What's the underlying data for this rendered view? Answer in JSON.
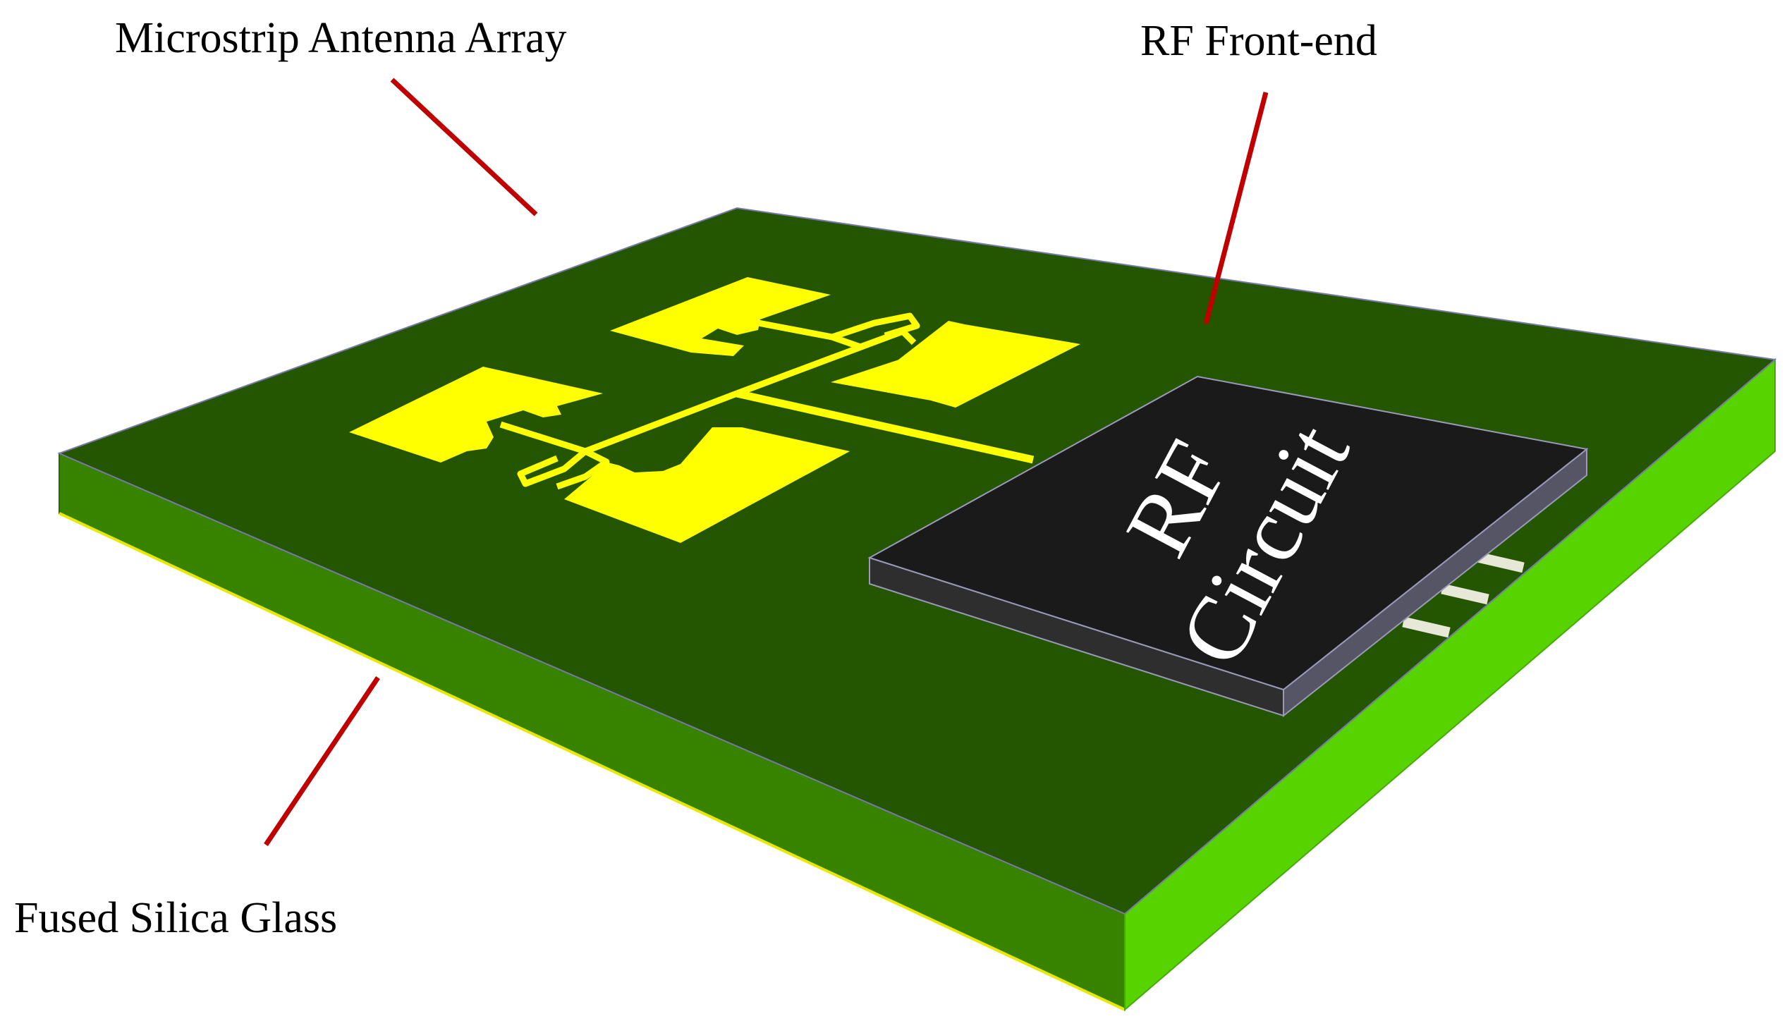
{
  "labels": {
    "antenna": "Microstrip Antenna Array",
    "front_end": "RF Front-end",
    "substrate": "Fused Silica Glass"
  },
  "chip": {
    "line1": "RF",
    "line2": "Circuit"
  },
  "colors": {
    "substrate_top": "#245500",
    "substrate_front": "#378300",
    "substrate_side": "#57D300",
    "antenna_metal": "#FFFF00",
    "chip_top": "#1a1a1a",
    "chip_edge": "#2e2e2e",
    "chip_text": "#ffffff",
    "leader_line": "#C00000",
    "label_text": "#000000"
  }
}
